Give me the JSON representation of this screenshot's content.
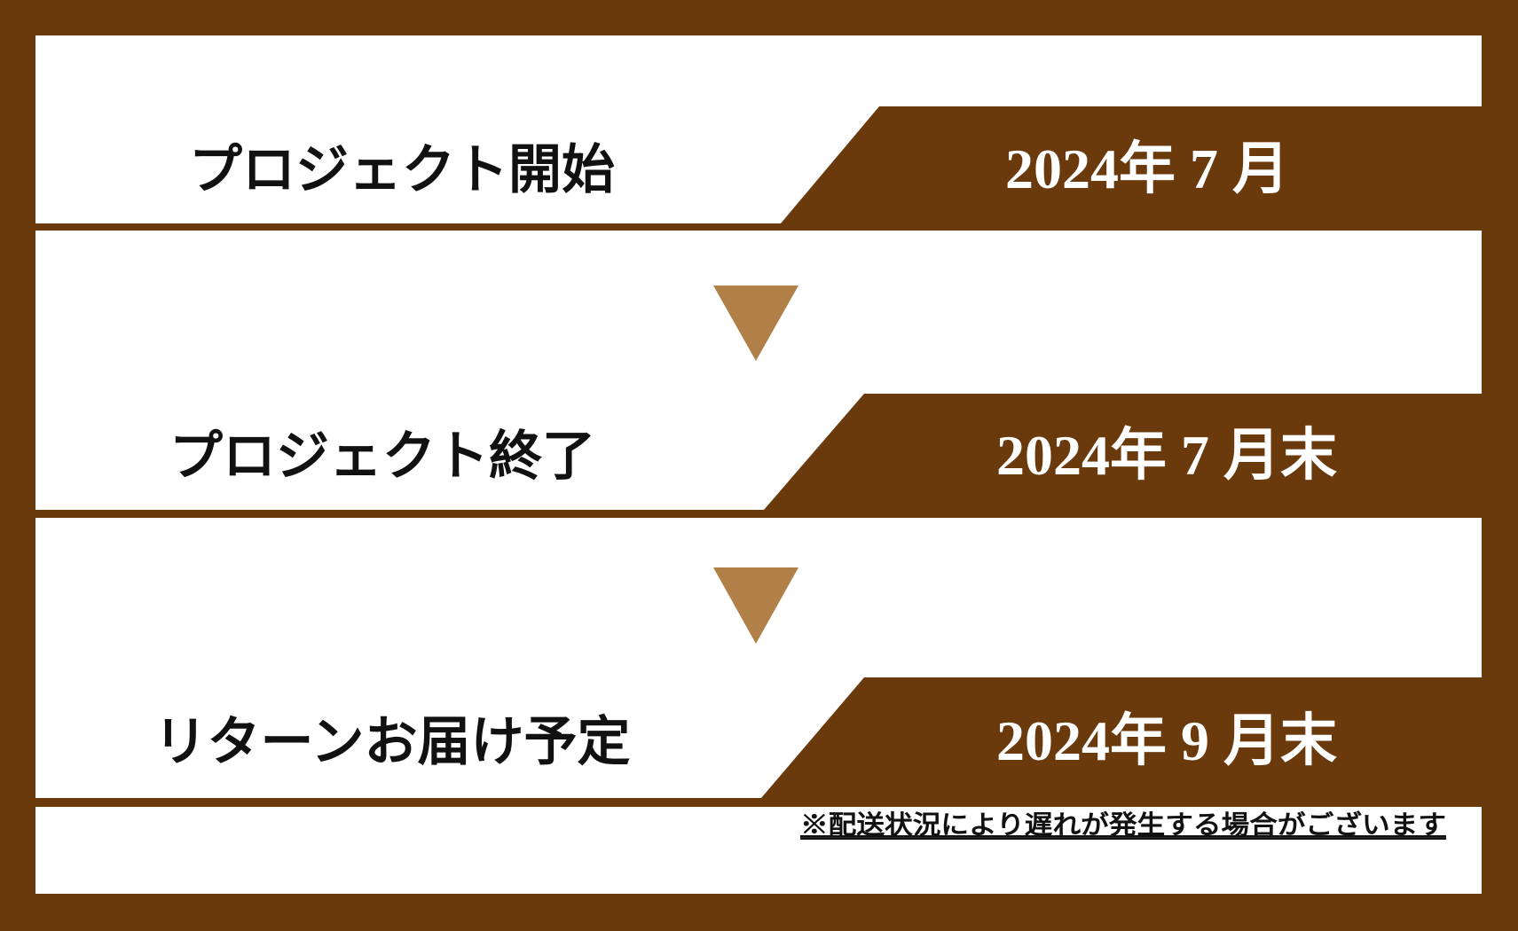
{
  "colors": {
    "frame": "#6b3a0c",
    "arrow": "#b08048",
    "panel": "#ffffff"
  },
  "steps": [
    {
      "label": "プロジェクト開始",
      "date": "2024年 7 月"
    },
    {
      "label": "プロジェクト終了",
      "date": "2024年 7 月末"
    },
    {
      "label": "リターンお届け予定",
      "date": "2024年 9 月末"
    }
  ],
  "note": "※配送状況により遅れが発生する場合がございます"
}
